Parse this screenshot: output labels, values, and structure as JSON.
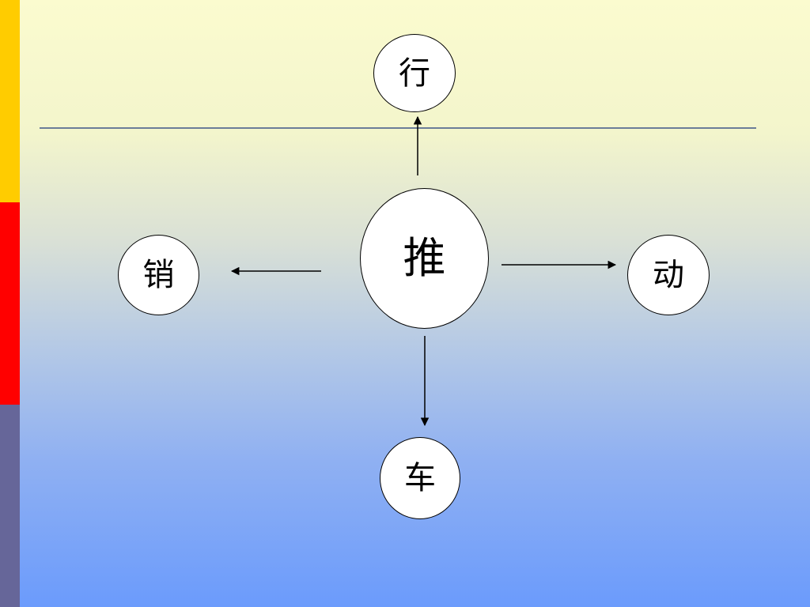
{
  "diagram": {
    "nodes": {
      "top": "行",
      "center": "推",
      "left": "销",
      "right": "动",
      "bottom": "车"
    },
    "edges": [
      {
        "from": "center",
        "to": "top"
      },
      {
        "from": "center",
        "to": "left"
      },
      {
        "from": "center",
        "to": "right"
      },
      {
        "from": "center",
        "to": "bottom"
      }
    ]
  },
  "colors": {
    "sidebar": [
      "#ffcc00",
      "#ff0000",
      "#666699"
    ],
    "divider": "#6b7d98",
    "background_top": "#fbfbcf",
    "background_bottom": "#6b9bfc"
  }
}
